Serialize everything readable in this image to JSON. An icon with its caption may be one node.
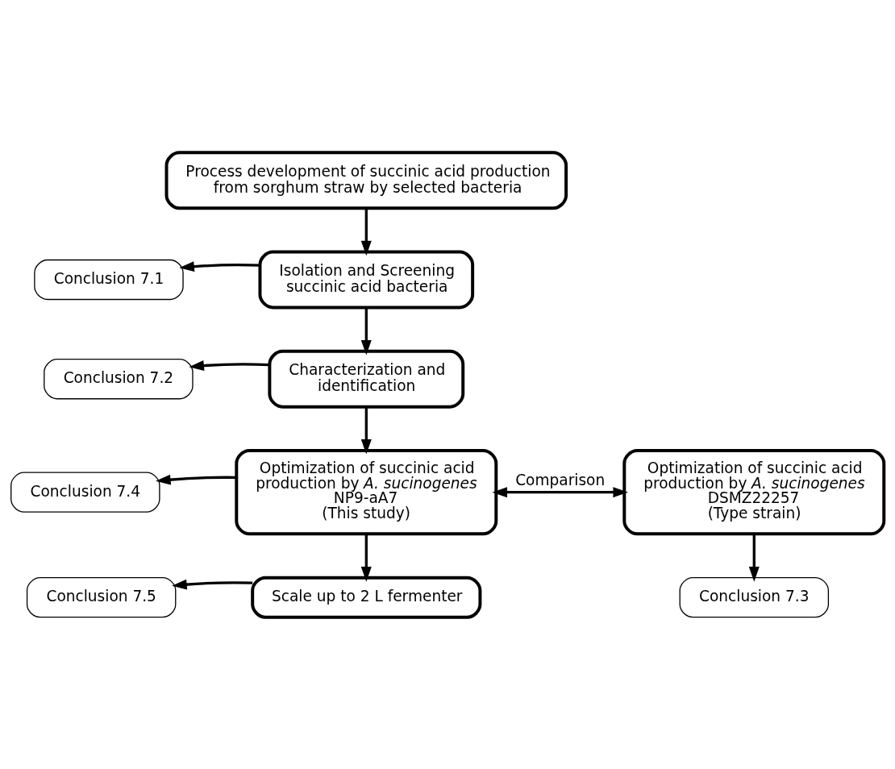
{
  "diagram": {
    "nodes": [
      {
        "text": [
          "Process development of succinic acid production from sorghum straw by selected bacteria"
        ]
      },
      {
        "text": [
          "Isolation and Screening succinic acid bacteria"
        ]
      },
      {
        "text": [
          "Conclusion 7.1"
        ]
      },
      {
        "text": [
          "Characterization and identification"
        ]
      },
      {
        "text": [
          "Conclusion 7.2"
        ]
      },
      {
        "text": [
          "Optimization of succinic acid production by *A. sucinogenes* NP9-aA7",
          "(This study)"
        ]
      },
      {
        "text": [
          "Optimization of succinic acid production by *A. sucinogenes* DSMZ22257",
          "(Type strain)"
        ]
      },
      {
        "text": [
          "Conclusion 7.4"
        ]
      },
      {
        "text": [
          "Scale up to 2 L fermenter"
        ]
      },
      {
        "text": [
          "Conclusion 7.5"
        ]
      },
      {
        "text": [
          "Conclusion 7.3"
        ]
      }
    ],
    "edges": [
      {
        "from": 0,
        "to": 1,
        "arrow": "to"
      },
      {
        "from": 1,
        "to": 2,
        "arrow": "to"
      },
      {
        "from": 1,
        "to": 3,
        "arrow": "to"
      },
      {
        "from": 3,
        "to": 4,
        "arrow": "to"
      },
      {
        "from": 3,
        "to": 5,
        "arrow": "to"
      },
      {
        "from": 5,
        "to": 6,
        "arrow": "both",
        "label": "Comparison"
      },
      {
        "from": 5,
        "to": 7,
        "arrow": "to"
      },
      {
        "from": 5,
        "to": 8,
        "arrow": "to"
      },
      {
        "from": 8,
        "to": 9,
        "arrow": "to"
      },
      {
        "from": 6,
        "to": 10,
        "arrow": "to"
      }
    ]
  }
}
